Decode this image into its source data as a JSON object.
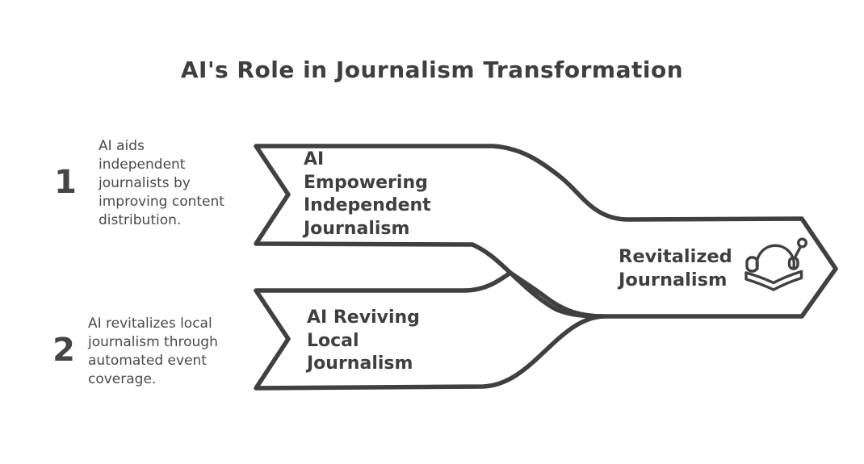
{
  "title": "AI's Role in Journalism Transformation",
  "items": [
    {
      "number": "1",
      "description": "AI aids\nindependent\njournalists by\nimproving content\ndistribution."
    },
    {
      "number": "2",
      "description": "AI revitalizes local\njournalism through\nautomated event\ncoverage."
    }
  ],
  "banners": [
    {
      "label": "AI\nEmpowering\nIndependent\nJournalism"
    },
    {
      "label": "AI Reviving\nLocal\nJournalism"
    }
  ],
  "result": {
    "label": "Revitalized\nJournalism",
    "icon": "ai-news-reader-icon"
  },
  "colors": {
    "stroke": "#404040",
    "title_text": "#3f3f3f",
    "body_text": "#4a4a4a",
    "background": "#ffffff"
  }
}
